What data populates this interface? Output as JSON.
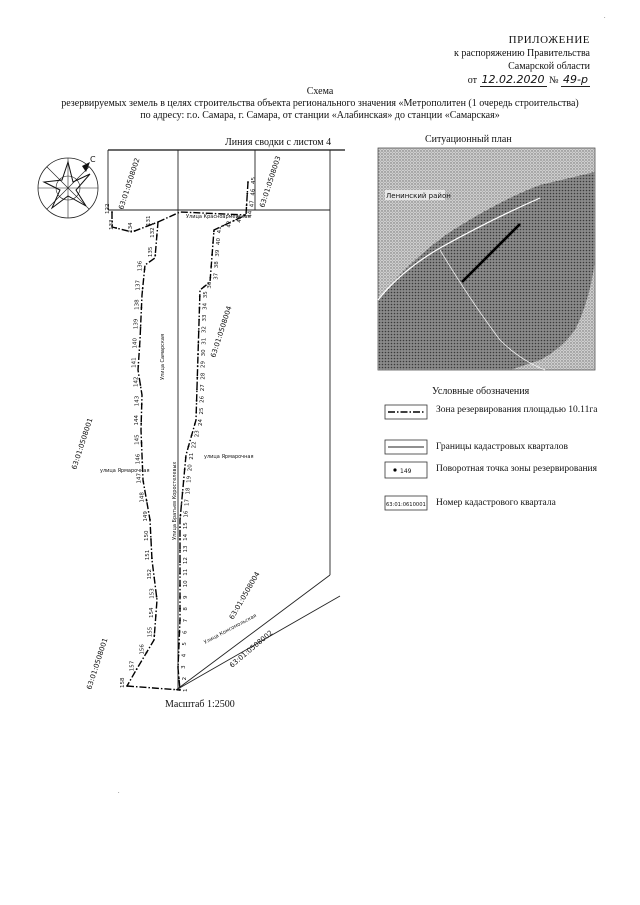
{
  "header": {
    "app": "ПРИЛОЖЕНИЕ",
    "line1": "к распоряжению Правительства",
    "line2": "Самарской области",
    "date_prefix": "от",
    "date_value": "12.02.2020",
    "number_prefix": "№",
    "number_value": "49-р"
  },
  "title": {
    "line1": "Схема",
    "line2": "резервируемых земель в целях строительства объекта регионального значения «Метрополитен (1 очередь строительства)",
    "line3": "по адресу: г.о. Самара, г. Самара, от станции «Алабинская» до станции «Самарская»"
  },
  "map": {
    "sheet_link": "Линия сводки с листом 4",
    "quarters": [
      "63:01:0508002",
      "63:01:0508003",
      "63:01:0508001",
      "63:01:0508004",
      "63:01:0508004",
      "63:01:0508001",
      "63:01:0508002"
    ],
    "streets": [
      "Улица Красноармейская",
      "Улица Самарская",
      "улица Ярмарочная",
      "Улица Братьев Коростелевых",
      "Улица Комсомольская"
    ],
    "points_left": [
      "122",
      "133",
      "134",
      "131",
      "132",
      "135",
      "136",
      "137",
      "138",
      "139",
      "140",
      "141",
      "142",
      "143",
      "144",
      "145",
      "146",
      "147",
      "148",
      "149",
      "150",
      "151",
      "152",
      "153",
      "154",
      "155",
      "156",
      "157",
      "158"
    ],
    "points_right": [
      "45",
      "46",
      "47",
      "44",
      "43",
      "42",
      "41",
      "40",
      "39",
      "38",
      "37",
      "36",
      "35",
      "34",
      "33",
      "32",
      "31",
      "30",
      "29",
      "28",
      "27",
      "26",
      "25",
      "24",
      "23",
      "22",
      "21",
      "20",
      "19",
      "18",
      "17",
      "16",
      "15",
      "14",
      "13",
      "12",
      "11",
      "10",
      "9",
      "8",
      "7",
      "6",
      "5",
      "4",
      "3",
      "2",
      "1"
    ]
  },
  "situation": {
    "title": "Ситуационный план",
    "district": "Ленинский район"
  },
  "legend": {
    "title": "Условные обозначения",
    "items": [
      {
        "label": "Зона резервирования площадью 10.11га"
      },
      {
        "label": "Границы кадастровых кварталов"
      },
      {
        "label": "Поворотная точка зоны резервирования",
        "sample": "149"
      },
      {
        "label": "Номер кадастрового квартала",
        "sample": "63:01:0610001"
      }
    ]
  },
  "scale": "Масштаб 1:2500"
}
